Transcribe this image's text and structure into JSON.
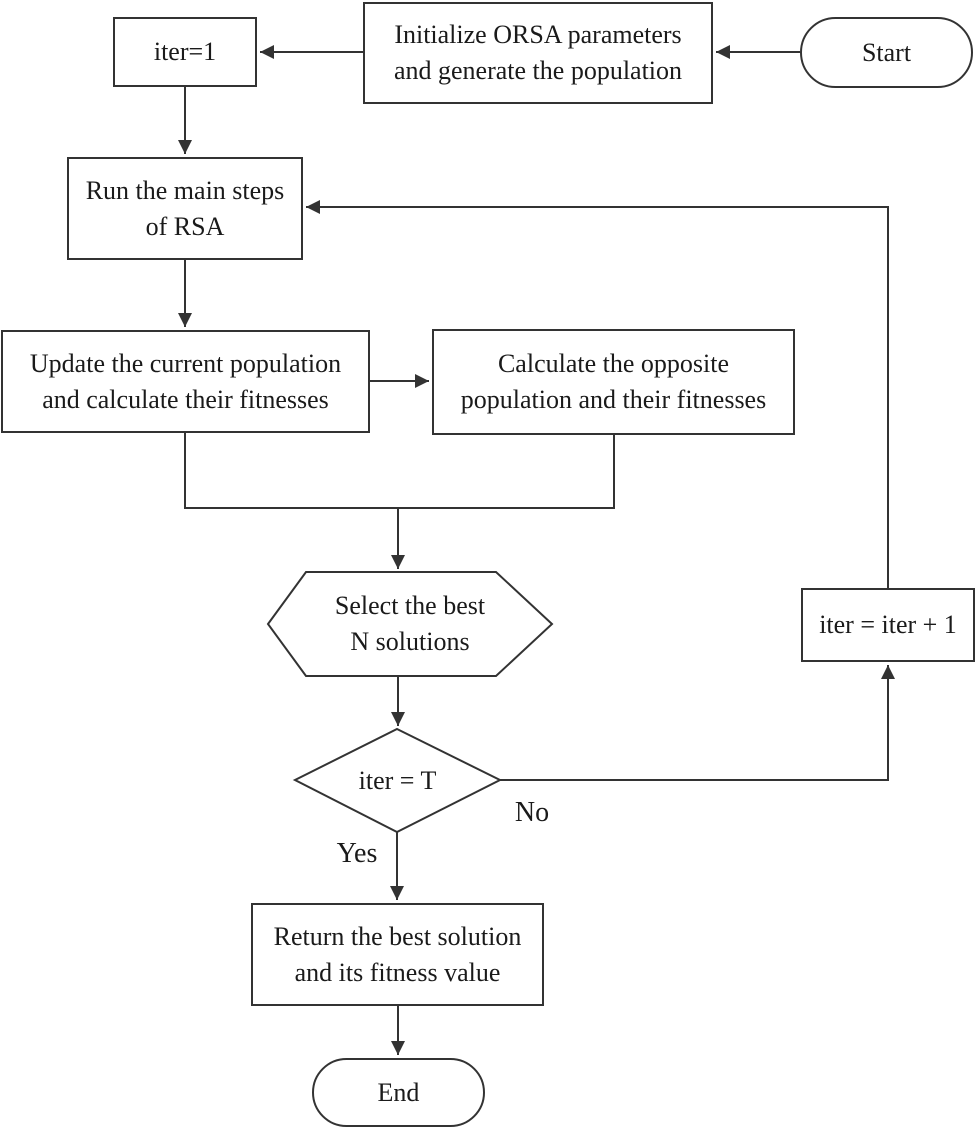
{
  "flowchart": {
    "nodes": {
      "start": {
        "label": "Start",
        "shape": "stadium"
      },
      "init": {
        "label": "Initialize ORSA parameters\nand generate the population",
        "shape": "rect"
      },
      "iter_init": {
        "label": "iter=1",
        "shape": "rect"
      },
      "run": {
        "label": "Run the main steps\nof RSA",
        "shape": "rect"
      },
      "update": {
        "label": "Update the current population\nand calculate their fitnesses",
        "shape": "rect"
      },
      "opposite": {
        "label": "Calculate the opposite\npopulation and their fitnesses",
        "shape": "rect"
      },
      "select": {
        "label": "Select the best\nN solutions",
        "shape": "hexagon"
      },
      "decision": {
        "label": "iter = T",
        "shape": "diamond"
      },
      "increment": {
        "label": "iter = iter + 1",
        "shape": "rect"
      },
      "return": {
        "label": "Return the best solution\nand its fitness value",
        "shape": "rect"
      },
      "end": {
        "label": "End",
        "shape": "stadium"
      }
    },
    "edge_labels": {
      "yes": "Yes",
      "no": "No"
    },
    "colors": {
      "line": "#333333",
      "text": "#1a1a1a",
      "background": "#ffffff"
    }
  }
}
